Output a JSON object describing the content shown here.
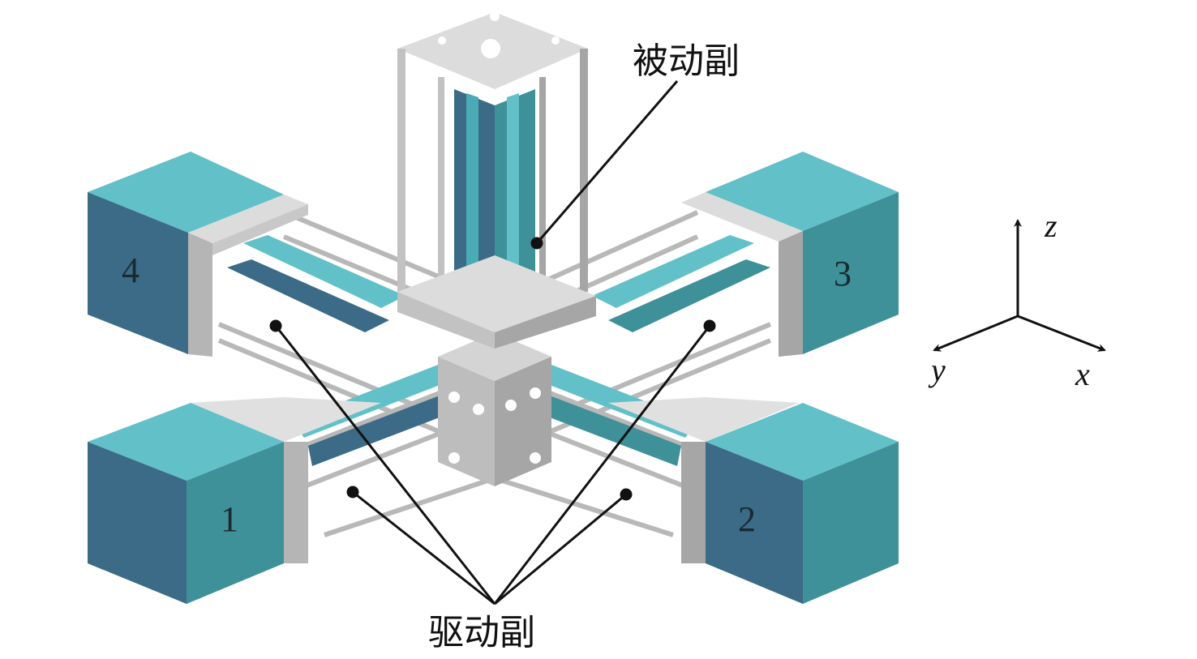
{
  "labels": {
    "passive_pair": "被动副",
    "active_pair": "驱动副"
  },
  "modules": [
    "1",
    "2",
    "3",
    "4"
  ],
  "axes": {
    "z": "z",
    "y": "y",
    "x": "x"
  },
  "colors": {
    "cube_top": "#62c0c9",
    "cube_left": "#3b6b87",
    "cube_right": "#3e9099",
    "frame_light": "#d4d4d4",
    "frame_dark": "#a6a6a6",
    "rod": "#bcbcbc",
    "slider": "#4aaab5"
  }
}
